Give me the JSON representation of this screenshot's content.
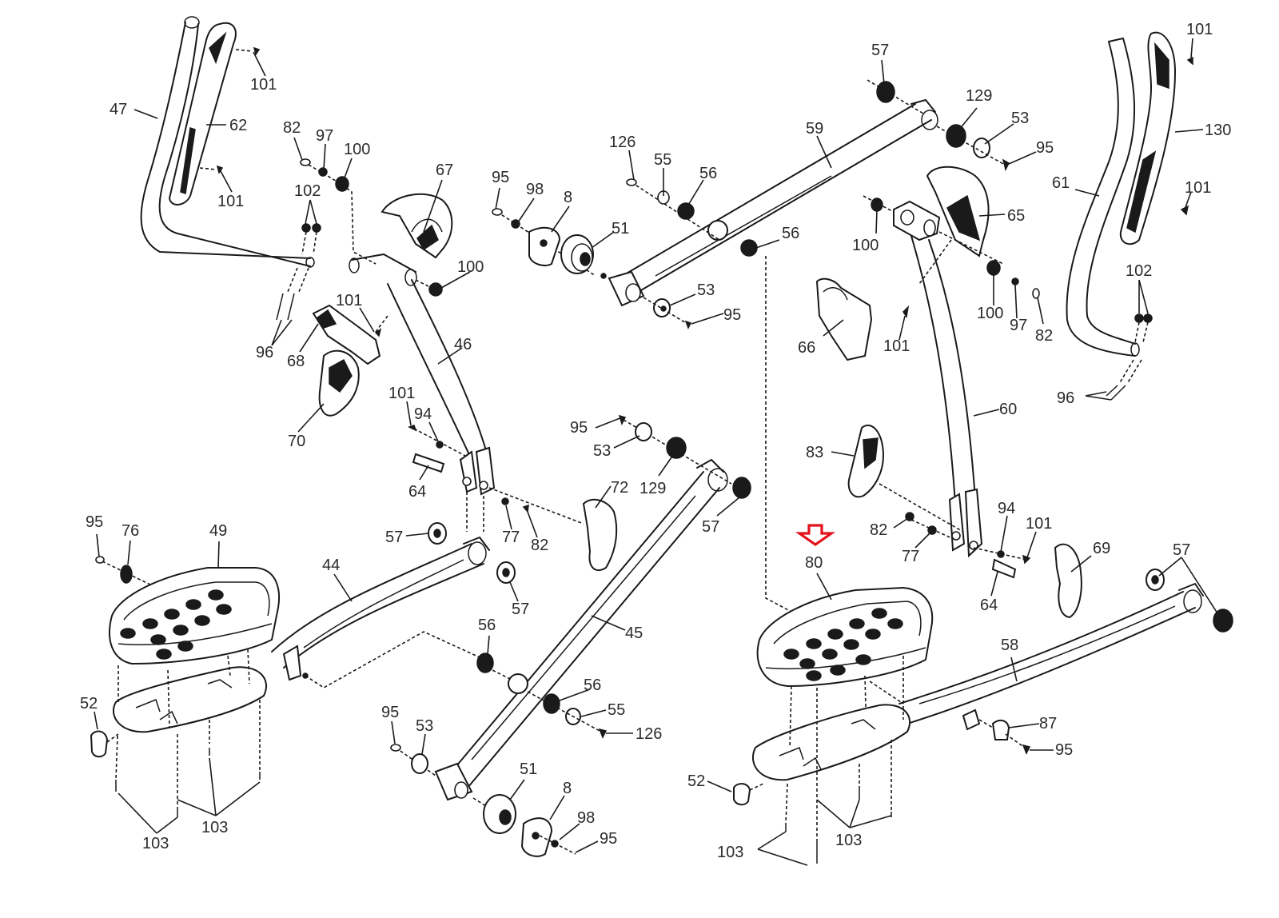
{
  "diagram": {
    "type": "exploded-parts-diagram",
    "subject": "elliptical trainer pedal and arm assembly",
    "highlight": {
      "part": "80",
      "indicator": "down-arrow",
      "color": "#e3121b"
    },
    "callouts": [
      {
        "id": "c47",
        "label": "47"
      },
      {
        "id": "c62",
        "label": "62"
      },
      {
        "id": "c101a",
        "label": "101"
      },
      {
        "id": "c101b",
        "label": "101"
      },
      {
        "id": "c82a",
        "label": "82"
      },
      {
        "id": "c97a",
        "label": "97"
      },
      {
        "id": "c100a",
        "label": "100"
      },
      {
        "id": "c102a",
        "label": "102"
      },
      {
        "id": "c67",
        "label": "67"
      },
      {
        "id": "c100b",
        "label": "100"
      },
      {
        "id": "c96a",
        "label": "96"
      },
      {
        "id": "c68",
        "label": "68"
      },
      {
        "id": "c101c",
        "label": "101"
      },
      {
        "id": "c70",
        "label": "70"
      },
      {
        "id": "c46",
        "label": "46"
      },
      {
        "id": "c101d",
        "label": "101"
      },
      {
        "id": "c94a",
        "label": "94"
      },
      {
        "id": "c64a",
        "label": "64"
      },
      {
        "id": "c77a",
        "label": "77"
      },
      {
        "id": "c82b",
        "label": "82"
      },
      {
        "id": "c72",
        "label": "72"
      },
      {
        "id": "c95a",
        "label": "95"
      },
      {
        "id": "c98a",
        "label": "98"
      },
      {
        "id": "c8a",
        "label": "8"
      },
      {
        "id": "c51a",
        "label": "51"
      },
      {
        "id": "c126a",
        "label": "126"
      },
      {
        "id": "c55a",
        "label": "55"
      },
      {
        "id": "c56a",
        "label": "56"
      },
      {
        "id": "c59",
        "label": "59"
      },
      {
        "id": "c56b",
        "label": "56"
      },
      {
        "id": "c53a",
        "label": "53"
      },
      {
        "id": "c95b",
        "label": "95"
      },
      {
        "id": "c57a",
        "label": "57"
      },
      {
        "id": "c129a",
        "label": "129"
      },
      {
        "id": "c53b",
        "label": "53"
      },
      {
        "id": "c95c",
        "label": "95"
      },
      {
        "id": "c65",
        "label": "65"
      },
      {
        "id": "c100c",
        "label": "100"
      },
      {
        "id": "c66",
        "label": "66"
      },
      {
        "id": "c101e",
        "label": "101"
      },
      {
        "id": "c100d",
        "label": "100"
      },
      {
        "id": "c97b",
        "label": "97"
      },
      {
        "id": "c82c",
        "label": "82"
      },
      {
        "id": "c101f",
        "label": "101"
      },
      {
        "id": "c130",
        "label": "130"
      },
      {
        "id": "c61",
        "label": "61"
      },
      {
        "id": "c101g",
        "label": "101"
      },
      {
        "id": "c102b",
        "label": "102"
      },
      {
        "id": "c96b",
        "label": "96"
      },
      {
        "id": "c60",
        "label": "60"
      },
      {
        "id": "c83",
        "label": "83"
      },
      {
        "id": "c94b",
        "label": "94"
      },
      {
        "id": "c101h",
        "label": "101"
      },
      {
        "id": "c82d",
        "label": "82"
      },
      {
        "id": "c77b",
        "label": "77"
      },
      {
        "id": "c64b",
        "label": "64"
      },
      {
        "id": "c69",
        "label": "69"
      },
      {
        "id": "c57b",
        "label": "57"
      },
      {
        "id": "c80",
        "label": "80"
      },
      {
        "id": "c58",
        "label": "58"
      },
      {
        "id": "c87",
        "label": "87"
      },
      {
        "id": "c95d",
        "label": "95"
      },
      {
        "id": "c52b",
        "label": "52"
      },
      {
        "id": "c103c",
        "label": "103"
      },
      {
        "id": "c103d",
        "label": "103"
      },
      {
        "id": "c95e",
        "label": "95"
      },
      {
        "id": "c53c",
        "label": "53"
      },
      {
        "id": "c129b",
        "label": "129"
      },
      {
        "id": "c57c",
        "label": "57"
      },
      {
        "id": "c45",
        "label": "45"
      },
      {
        "id": "c57d",
        "label": "57"
      },
      {
        "id": "c57e",
        "label": "57"
      },
      {
        "id": "c44",
        "label": "44"
      },
      {
        "id": "c56c",
        "label": "56"
      },
      {
        "id": "c56d",
        "label": "56"
      },
      {
        "id": "c55b",
        "label": "55"
      },
      {
        "id": "c126b",
        "label": "126"
      },
      {
        "id": "c95f",
        "label": "95"
      },
      {
        "id": "c53d",
        "label": "53"
      },
      {
        "id": "c51b",
        "label": "51"
      },
      {
        "id": "c8b",
        "label": "8"
      },
      {
        "id": "c98b",
        "label": "98"
      },
      {
        "id": "c95g",
        "label": "95"
      },
      {
        "id": "c95h",
        "label": "95"
      },
      {
        "id": "c76",
        "label": "76"
      },
      {
        "id": "c49",
        "label": "49"
      },
      {
        "id": "c52a",
        "label": "52"
      },
      {
        "id": "c103a",
        "label": "103"
      },
      {
        "id": "c103b",
        "label": "103"
      }
    ]
  }
}
